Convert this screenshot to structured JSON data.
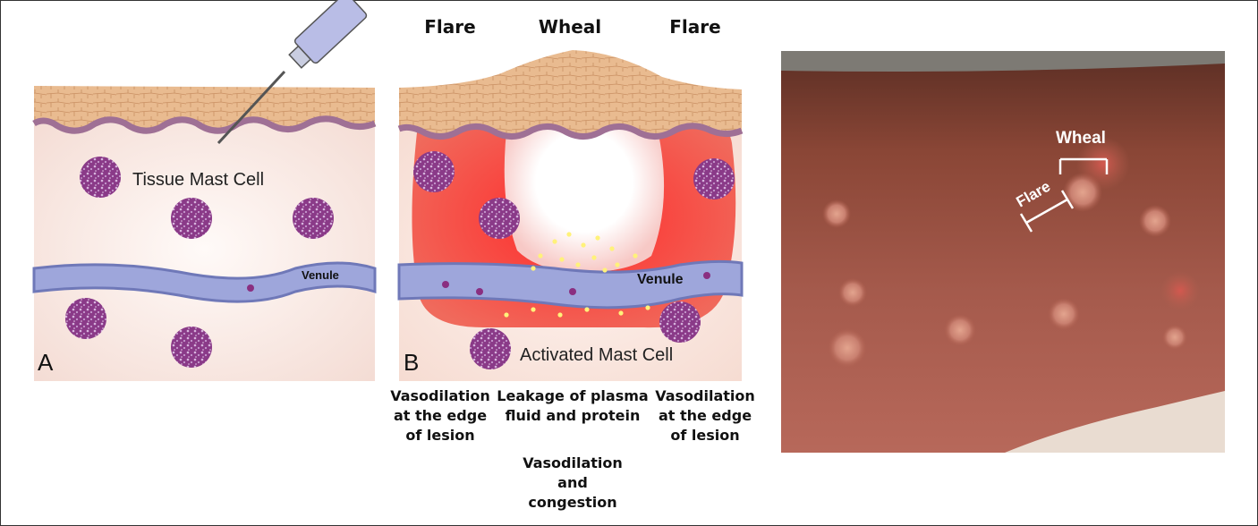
{
  "panel_a": {
    "letter": "A",
    "mast_cell_label": "Tissue Mast Cell",
    "venule_label": "Venule"
  },
  "panel_b": {
    "letter": "B",
    "header_left": "Flare",
    "header_center": "Wheal",
    "header_right": "Flare",
    "venule_label": "Venule",
    "mast_cell_label": "Activated Mast Cell",
    "caption_left": "Vasodilation\nat the edge\nof lesion",
    "caption_center": "Leakage of plasma\nfluid and protein",
    "caption_center_2": "Vasodilation\nand congestion",
    "caption_right": "Vasodilation\nat the edge\nof lesion"
  },
  "photo": {
    "wheal_label": "Wheal",
    "flare_label": "Flare"
  },
  "colors": {
    "skin": "#e8b88c",
    "dermis": "#f6e1da",
    "flare": "#f0413d",
    "venule": "#9aa4d8",
    "mast_cell": "#8e3f8c"
  }
}
